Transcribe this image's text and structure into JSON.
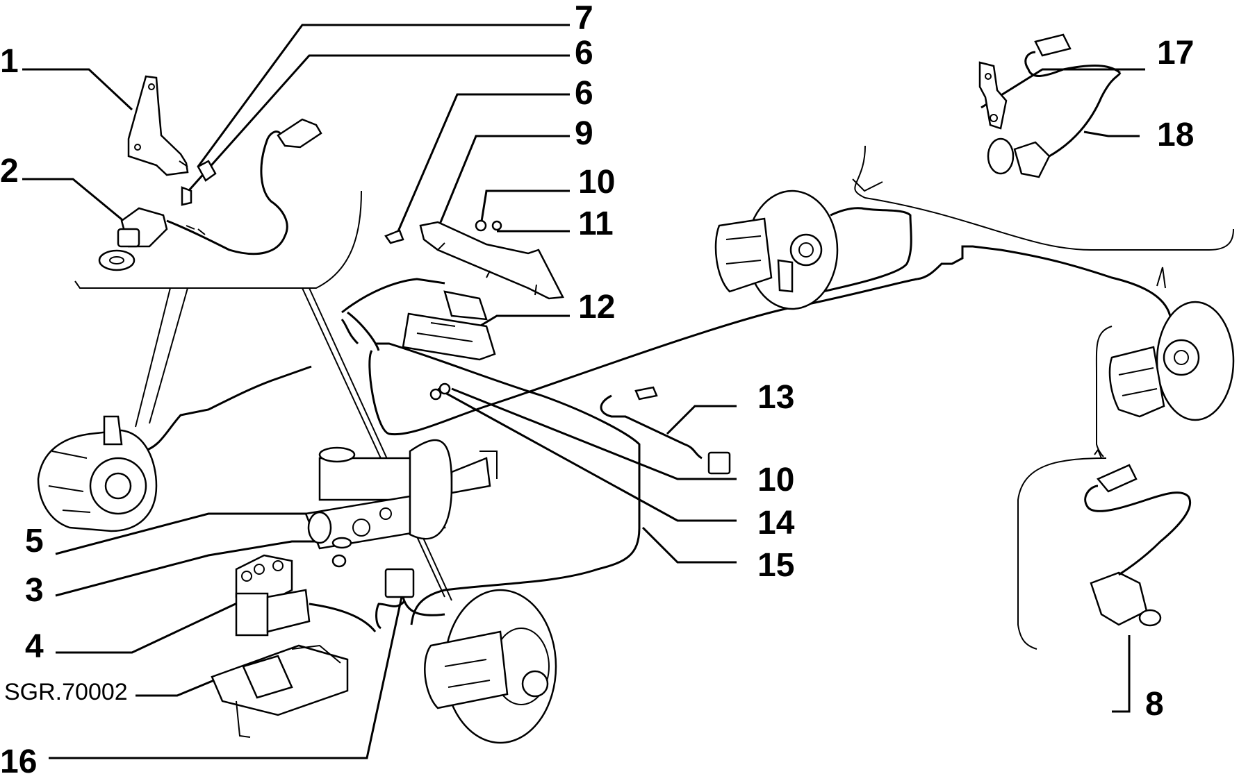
{
  "diagram": {
    "callouts": [
      {
        "id": "c1",
        "text": "1"
      },
      {
        "id": "c2",
        "text": "2"
      },
      {
        "id": "c3",
        "text": "3"
      },
      {
        "id": "c4",
        "text": "4"
      },
      {
        "id": "c5",
        "text": "5"
      },
      {
        "id": "c6a",
        "text": "6"
      },
      {
        "id": "c6b",
        "text": "6"
      },
      {
        "id": "c7",
        "text": "7"
      },
      {
        "id": "c8",
        "text": "8"
      },
      {
        "id": "c9",
        "text": "9"
      },
      {
        "id": "c10a",
        "text": "10"
      },
      {
        "id": "c10b",
        "text": "10"
      },
      {
        "id": "c11",
        "text": "11"
      },
      {
        "id": "c12",
        "text": "12"
      },
      {
        "id": "c13",
        "text": "13"
      },
      {
        "id": "c14",
        "text": "14"
      },
      {
        "id": "c15",
        "text": "15"
      },
      {
        "id": "c16",
        "text": "16"
      },
      {
        "id": "c17",
        "text": "17"
      },
      {
        "id": "c18",
        "text": "18"
      }
    ],
    "reference_code": "SGR.70002"
  }
}
